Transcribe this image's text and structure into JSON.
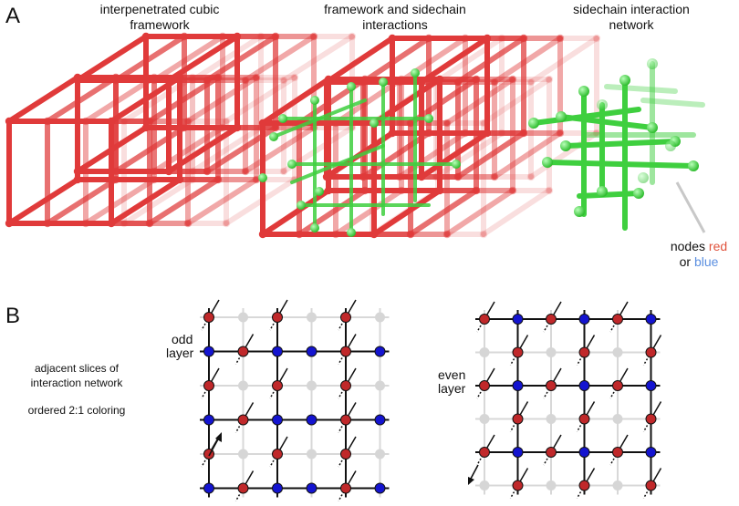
{
  "panel_a": {
    "letter": "A",
    "col1_title_l1": "interpenetrated cubic",
    "col1_title_l2": "framework",
    "col2_title_l1": "framework and sidechain",
    "col2_title_l2": "interactions",
    "col3_title_l1": "sidechain interaction",
    "col3_title_l2": "network",
    "nodes_prefix": "nodes",
    "nodes_red": "red",
    "nodes_or": "or",
    "nodes_blue": "blue",
    "colors": {
      "framework": "#e03a3a",
      "sidechain": "#3fcf3f"
    }
  },
  "panel_b": {
    "letter": "B",
    "desc_l1": "adjacent slices of",
    "desc_l2": "interaction network",
    "desc_l3": "ordered 2:1 coloring",
    "odd_l1": "odd",
    "odd_l2": "layer",
    "even_l1": "even",
    "even_l2": "layer",
    "colors": {
      "red_node": "#c0282a",
      "blue_node": "#1414d0",
      "grey_node": "#d6d6d6"
    }
  }
}
